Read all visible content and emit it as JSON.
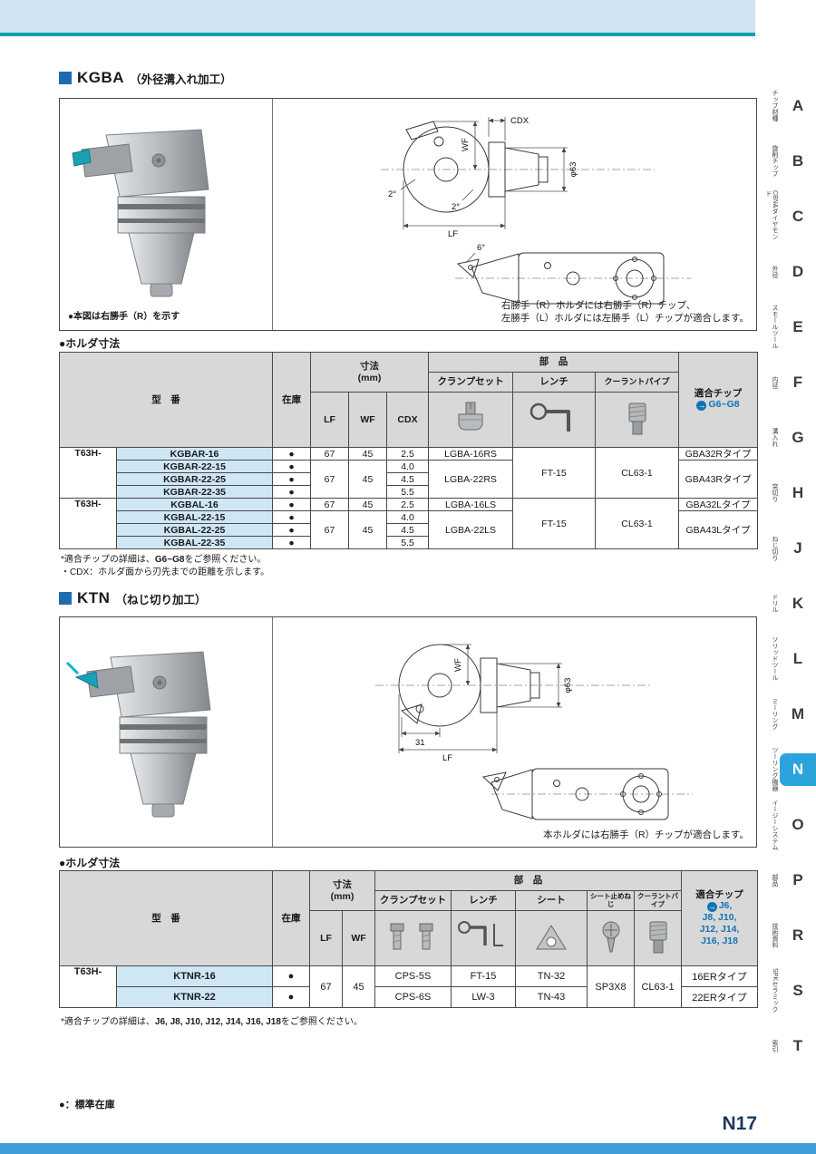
{
  "page": {
    "stock_legend": "●：標準在庫",
    "page_number": "N17"
  },
  "tabs": [
    {
      "letter": "A",
      "label": "チップ材種"
    },
    {
      "letter": "B",
      "label": "旋削チップ"
    },
    {
      "letter": "C",
      "label": "CBN&ダイヤモンド"
    },
    {
      "letter": "D",
      "label": "外径"
    },
    {
      "letter": "E",
      "label": "スモールツール"
    },
    {
      "letter": "F",
      "label": "内径"
    },
    {
      "letter": "G",
      "label": "溝入れ"
    },
    {
      "letter": "H",
      "label": "突切り"
    },
    {
      "letter": "J",
      "label": "ねじ切り"
    },
    {
      "letter": "K",
      "label": "ドリル"
    },
    {
      "letter": "L",
      "label": "ソリッドツール"
    },
    {
      "letter": "M",
      "label": "ミーリング"
    },
    {
      "letter": "N",
      "label": "ツーリング機器"
    },
    {
      "letter": "O",
      "label": "イージーシステム"
    },
    {
      "letter": "P",
      "label": "部品"
    },
    {
      "letter": "R",
      "label": "技術資料"
    },
    {
      "letter": "S",
      "label": "SPKセラミック"
    },
    {
      "letter": "T",
      "label": "索引"
    }
  ],
  "kgba": {
    "title": "KGBA",
    "subtitle": "（外径溝入れ加工）",
    "figure": {
      "note_left": "●本図は右勝手（R）を示す",
      "note_right_line1": "右勝手（R）ホルダには右勝手（R）チップ、",
      "note_right_line2": "左勝手（L）ホルダには左勝手（L）チップが適合します。",
      "labels": {
        "cdx": "CDX",
        "wf": "WF",
        "lf": "LF",
        "dia": "φ63",
        "deg2a": "2°",
        "deg2b": "2°",
        "deg6": "6°"
      }
    },
    "table_title": "●ホルダ寸法",
    "table": {
      "headers": {
        "model": "型　番",
        "stock": "在庫",
        "dims": "寸法",
        "dims_unit": "(mm)",
        "lf": "LF",
        "wf": "WF",
        "cdx": "CDX",
        "parts": "部　品",
        "clamp": "クランプセット",
        "wrench": "レンチ",
        "coolant": "クーラントパイプ",
        "chip": "適合チップ",
        "chip_arrow": "→",
        "chip_ref": "G6~G8"
      },
      "rows": [
        {
          "prefix": "T63H-",
          "model": "KGBAR-16",
          "stock": "●",
          "lf": "67",
          "wf": "45",
          "cdx": "2.5",
          "clamp": "LGBA-16RS",
          "wrench": "FT-15",
          "coolant": "CL63-1",
          "chip": "GBA32Rタイプ"
        },
        {
          "prefix": "",
          "model": "KGBAR-22-15",
          "stock": "●",
          "lf": "67",
          "wf": "45",
          "cdx": "4.0",
          "clamp": "LGBA-22RS",
          "chip": "GBA43Rタイプ"
        },
        {
          "prefix": "",
          "model": "KGBAR-22-25",
          "stock": "●",
          "cdx": "4.5"
        },
        {
          "prefix": "",
          "model": "KGBAR-22-35",
          "stock": "●",
          "cdx": "5.5"
        },
        {
          "prefix": "T63H-",
          "model": "KGBAL-16",
          "stock": "●",
          "lf": "67",
          "wf": "45",
          "cdx": "2.5",
          "clamp": "LGBA-16LS",
          "wrench": "FT-15",
          "coolant": "CL63-1",
          "chip": "GBA32Lタイプ"
        },
        {
          "prefix": "",
          "model": "KGBAL-22-15",
          "stock": "●",
          "lf": "67",
          "wf": "45",
          "cdx": "4.0",
          "clamp": "LGBA-22LS",
          "chip": "GBA43Lタイプ"
        },
        {
          "prefix": "",
          "model": "KGBAL-22-25",
          "stock": "●",
          "cdx": "4.5"
        },
        {
          "prefix": "",
          "model": "KGBAL-22-35",
          "stock": "●",
          "cdx": "5.5"
        }
      ]
    },
    "footnote1_pre": "*適合チップの詳細は、",
    "footnote1_ref": "G6~G8",
    "footnote1_post": "をご参照ください。",
    "footnote2": "・CDX：ホルダ面から刃先までの距離を示します。"
  },
  "ktn": {
    "title": "KTN",
    "subtitle": "（ねじ切り加工）",
    "figure": {
      "note_right": "本ホルダには右勝手（R）チップが適合します。",
      "labels": {
        "dim31": "31",
        "wf": "WF",
        "lf": "LF",
        "dia": "φ63"
      }
    },
    "table_title": "●ホルダ寸法",
    "table": {
      "headers": {
        "model": "型　番",
        "stock": "在庫",
        "dims": "寸法",
        "dims_unit": "(mm)",
        "lf": "LF",
        "wf": "WF",
        "parts": "部　品",
        "clamp": "クランプセット",
        "wrench": "レンチ",
        "seat": "シート",
        "seat_screw": "シート止めねじ",
        "coolant": "クーラントパイプ",
        "chip": "適合チップ",
        "chip_arrow": "→",
        "chip_ref_lines": [
          "J6,",
          "J8, J10,",
          "J12, J14,",
          "J16, J18"
        ]
      },
      "rows": [
        {
          "prefix": "T63H-",
          "model": "KTNR-16",
          "stock": "●",
          "lf": "67",
          "wf": "45",
          "clamp": "CPS-5S",
          "wrench": "FT-15",
          "seat": "TN-32",
          "seat_screw": "SP3X8",
          "coolant": "CL63-1",
          "chip": "16ERタイプ"
        },
        {
          "prefix": "",
          "model": "KTNR-22",
          "stock": "●",
          "clamp": "CPS-6S",
          "wrench": "LW-3",
          "seat": "TN-43",
          "chip": "22ERタイプ"
        }
      ]
    },
    "footnote_pre": "*適合チップの詳細は、",
    "footnote_ref": "J6, J8, J10, J12, J14, J16, J18",
    "footnote_post": "をご参照ください。"
  }
}
